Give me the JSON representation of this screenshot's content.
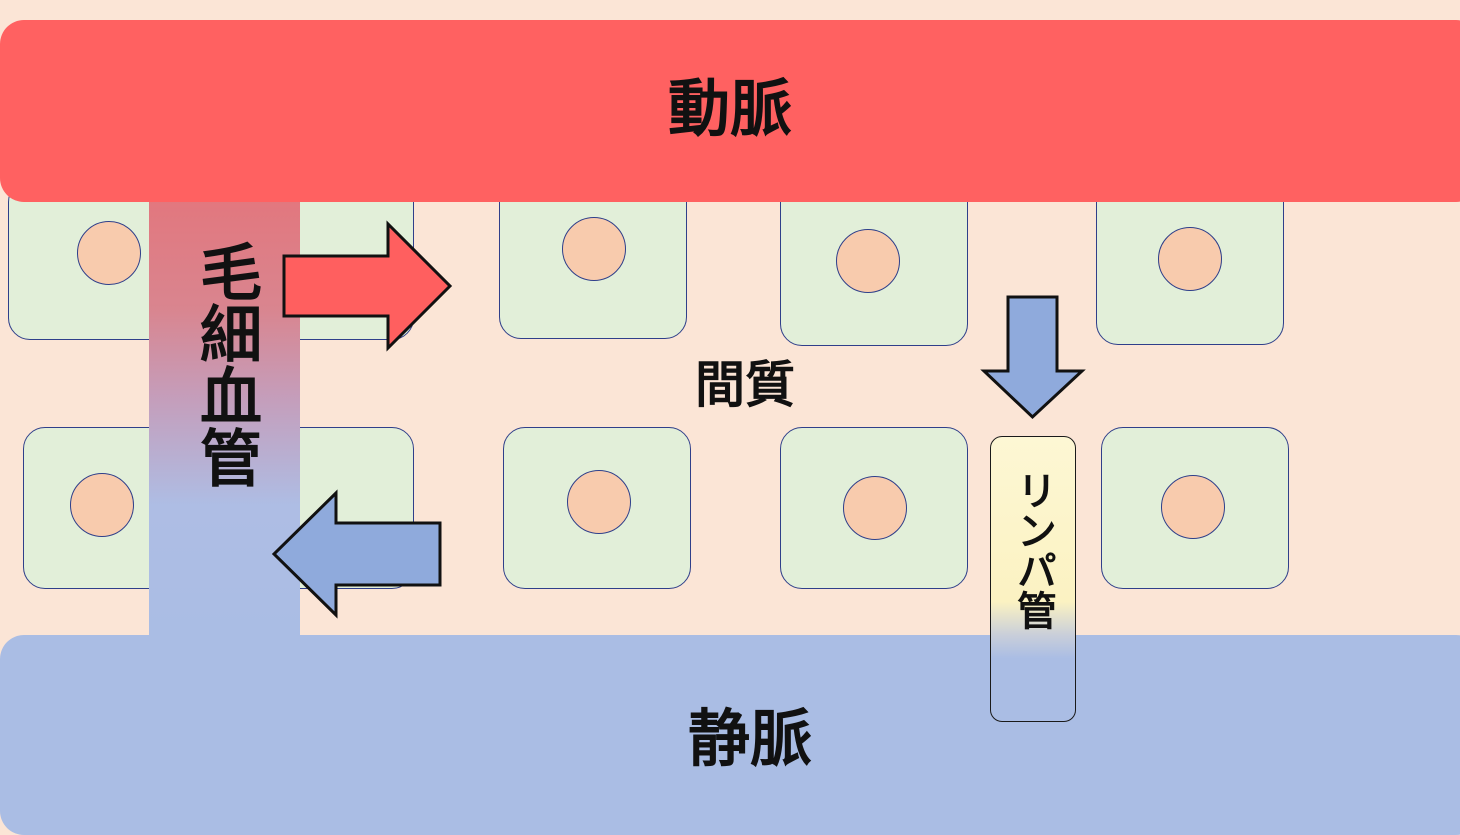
{
  "labels": {
    "artery": "動脈",
    "vein": "静脈",
    "capillary": "毛細血管",
    "interstitium": "間質",
    "lymphatic_vessel": "リンパ管"
  },
  "colors": {
    "background": "#fbe5d6",
    "artery": "#ff6161",
    "vein": "#aabde4",
    "cell": "#e2efd9",
    "nucleus": "#f8cbad",
    "outflow_arrow": "#ff5f5f",
    "return_arrow": "#8faadc",
    "lymph_inflow_arrow": "#8faadc"
  },
  "icons": {
    "outflow_arrow": "right-arrow-icon",
    "return_arrow": "left-arrow-icon",
    "lymph_inflow_arrow": "down-arrow-icon"
  }
}
